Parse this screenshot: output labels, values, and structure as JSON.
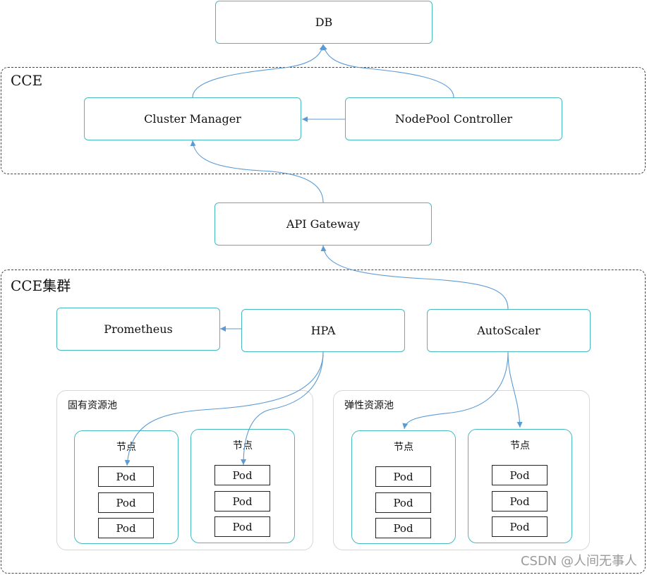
{
  "db": {
    "label": "DB"
  },
  "cce": {
    "title": "CCE",
    "cluster_manager": "Cluster Manager",
    "nodepool_controller": "NodePool Controller"
  },
  "api_gateway": {
    "label": "API Gateway"
  },
  "cluster": {
    "title": "CCE集群",
    "prometheus": "Prometheus",
    "hpa": "HPA",
    "autoscaler": "AutoScaler",
    "fixed_pool": {
      "title": "固有资源池",
      "nodes": [
        {
          "label": "节点",
          "pods": [
            "Pod",
            "Pod",
            "Pod"
          ]
        },
        {
          "label": "节点",
          "pods": [
            "Pod",
            "Pod",
            "Pod"
          ]
        }
      ]
    },
    "elastic_pool": {
      "title": "弹性资源池",
      "nodes": [
        {
          "label": "节点",
          "pods": [
            "Pod",
            "Pod",
            "Pod"
          ]
        },
        {
          "label": "节点",
          "pods": [
            "Pod",
            "Pod",
            "Pod"
          ]
        }
      ]
    }
  },
  "watermark": "CSDN @人间无事人",
  "colors": {
    "box_border": "#49b9c0",
    "arrow": "#5b9bd5",
    "dashed_border": "#444444"
  }
}
